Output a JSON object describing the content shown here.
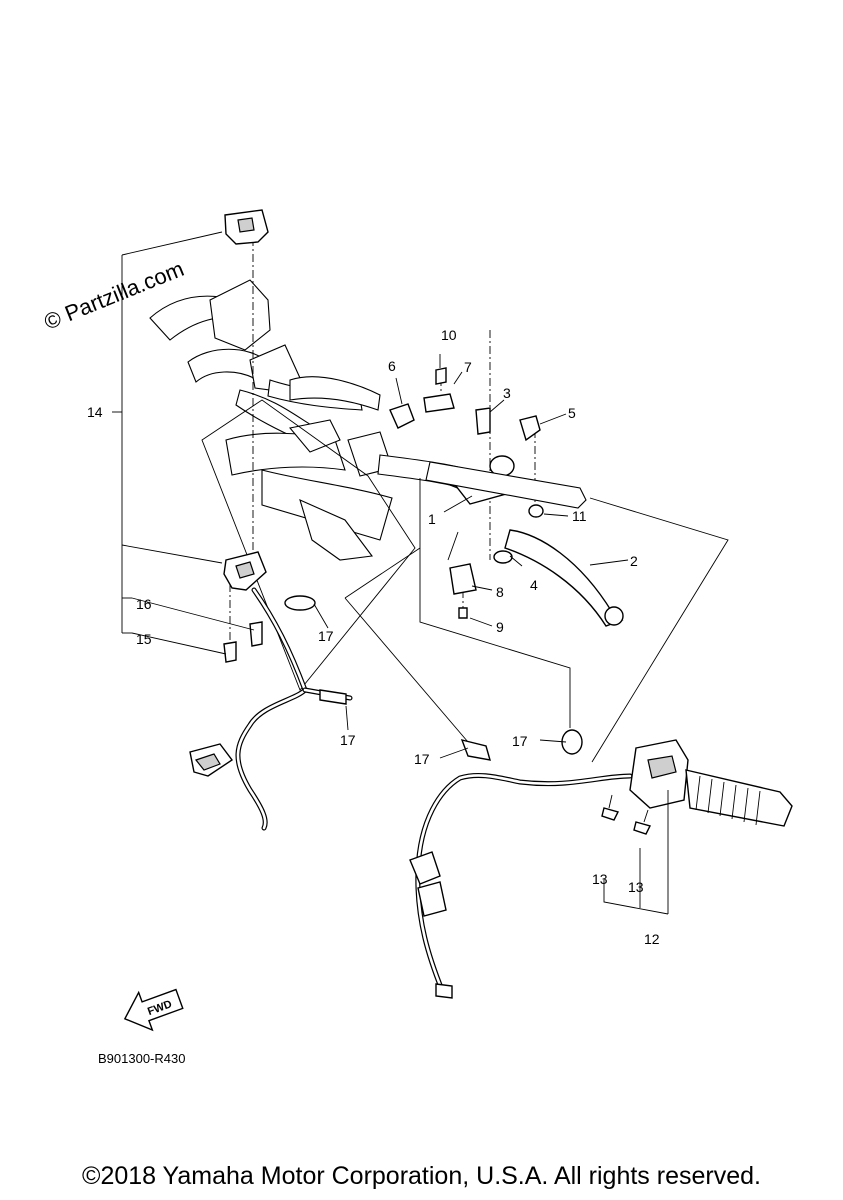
{
  "watermark": "© Partzilla.com",
  "reference_code": "B901300-R430",
  "fwd_label": "FWD",
  "copyright": "©2018 Yamaha Motor Corporation, U.S.A. All rights reserved.",
  "callouts": {
    "c1": "1",
    "c2": "2",
    "c3": "3",
    "c4": "4",
    "c5": "5",
    "c6": "6",
    "c7": "7",
    "c8": "8",
    "c9": "9",
    "c10": "10",
    "c11": "11",
    "c12": "12",
    "c13a": "13",
    "c13b": "13",
    "c14": "14",
    "c15": "15",
    "c16": "16",
    "c17a": "17",
    "c17b": "17",
    "c17c": "17",
    "c17d": "17"
  }
}
